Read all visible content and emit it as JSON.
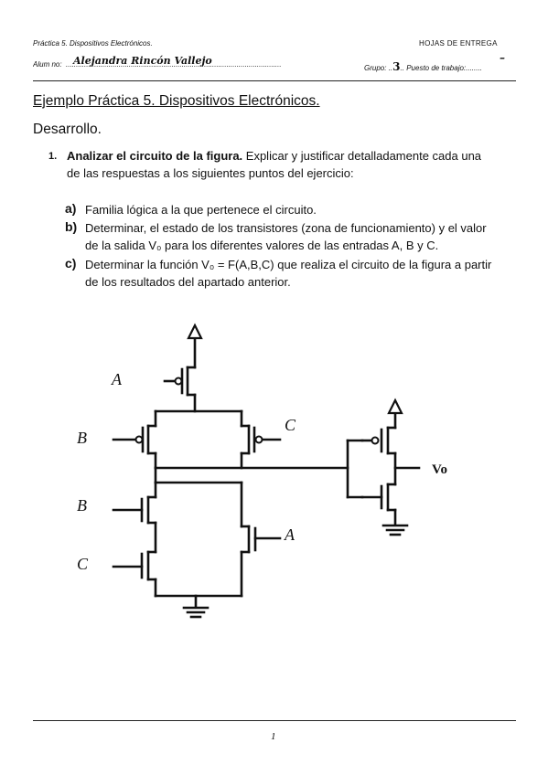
{
  "header": {
    "left": "Práctica 5. Dispositivos Electrónicos.",
    "right": "HOJAS DE ENTREGA",
    "alumno_label": "Alum no:",
    "alumno_name": "Alejandra Rincón Vallejo",
    "dots1": "..........................................................................................................",
    "grupo_label": "Grupo:",
    "grupo_value": "3",
    "grupo_dots": "..",
    "puesto_label": "Puesto de trabajo:",
    "puesto_value": "–",
    "puesto_dots": "........"
  },
  "title": "Ejemplo Práctica 5. Dispositivos Electrónicos.",
  "section": "Desarrollo.",
  "question": {
    "number": "1.",
    "bold": "Analizar el circuito de la figura.",
    "rest": " Explicar y justificar detalladamente cada una",
    "line2": "de las respuestas a los siguientes puntos del ejercicio:"
  },
  "items": [
    {
      "letter": "a)",
      "lines": [
        "Familia lógica a la que pertenece el circuito."
      ]
    },
    {
      "letter": "b)",
      "lines": [
        "Determinar, el estado de los transistores (zona de funcionamiento) y el valor",
        "de la salida V₀ para los diferentes valores de las entradas A, B y C."
      ]
    },
    {
      "letter": "c)",
      "lines": [
        "Determinar la función V₀ = F(A,B,C) que realiza el circuito de la figura a partir",
        "de los resultados del apartado anterior."
      ]
    }
  ],
  "circuit": {
    "labels": {
      "A1": "A",
      "B1": "B",
      "C1": "C",
      "B2": "B",
      "C2": "C",
      "A2": "A",
      "out": "Vo"
    }
  },
  "footer": {
    "page": "1"
  }
}
